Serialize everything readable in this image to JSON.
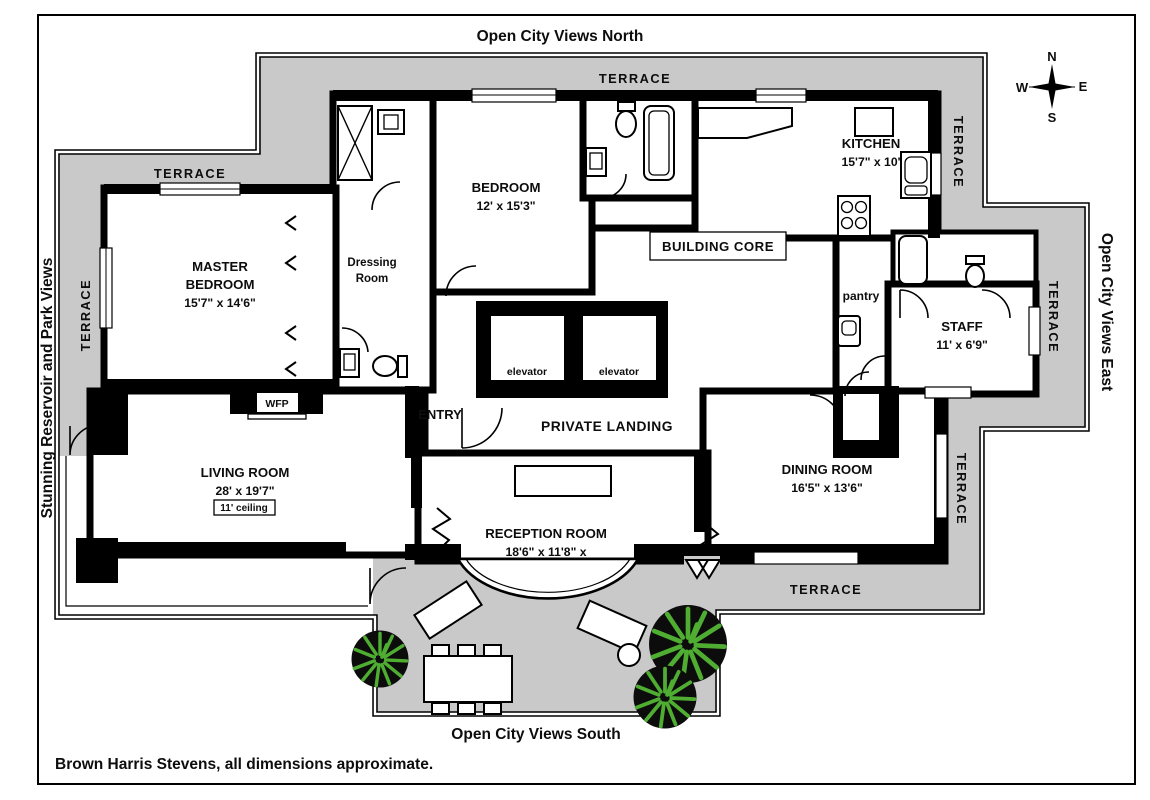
{
  "page": {
    "title_north": "Open City Views North",
    "title_south": "Open City Views South",
    "side_east": "Open City Views East",
    "side_west": "Stunning Reservoir and Park Views",
    "footer": "Brown Harris Stevens, all dimensions approximate."
  },
  "compass": {
    "north": "N",
    "south": "S",
    "east": "E",
    "west": "W"
  },
  "labels": {
    "terrace": "TERRACE"
  },
  "rooms": {
    "master_bedroom": {
      "line1": "MASTER",
      "line2": "BEDROOM",
      "dims": "15'7\" x 14'6\""
    },
    "bedroom": {
      "name": "BEDROOM",
      "dims": "12' x 15'3\""
    },
    "dressing_room": {
      "line1": "Dressing",
      "line2": "Room"
    },
    "kitchen": {
      "name": "KITCHEN",
      "dims": "15'7\" x 10'"
    },
    "building_core": {
      "name": "BUILDING CORE"
    },
    "pantry": {
      "name": "pantry"
    },
    "staff": {
      "name": "STAFF",
      "dims": "11' x 6'9\""
    },
    "elevator_left": {
      "name": "elevator"
    },
    "elevator_right": {
      "name": "elevator"
    },
    "entry": {
      "name": "ENTRY"
    },
    "private_landing": {
      "name": "PRIVATE LANDING"
    },
    "living_room": {
      "name": "LIVING ROOM",
      "dims": "28' x 19'7\"",
      "ceiling": "11' ceiling"
    },
    "reception_room": {
      "name": "RECEPTION ROOM",
      "dims": "18'6\" x 11'8\" x"
    },
    "dining_room": {
      "name": "DINING ROOM",
      "dims": "16'5\" x 13'6\""
    },
    "fireplace": {
      "name": "WFP"
    }
  },
  "colors": {
    "terrace_fill": "#c9c9c9",
    "tree_green": "#4fae32",
    "wall": "#000000",
    "background": "#ffffff"
  }
}
